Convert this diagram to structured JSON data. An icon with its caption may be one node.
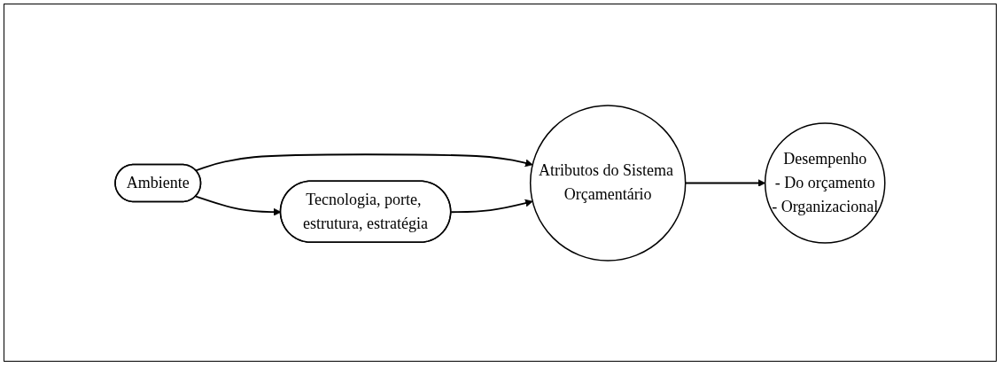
{
  "diagram": {
    "nodes": [
      {
        "text": [
          "Ambiente"
        ]
      },
      {
        "text": [
          "Tecnologia, porte, estrutura, estratégia"
        ]
      },
      {
        "text": [
          "Atributos do Sistema Orçamentário"
        ]
      },
      {
        "text": [
          "Desempenho",
          "- Do orçamento",
          "- Organizacional"
        ]
      }
    ],
    "edges": [
      {
        "from": 0,
        "to": 2,
        "arrow": "to"
      },
      {
        "from": 0,
        "to": 1,
        "arrow": "to"
      },
      {
        "from": 1,
        "to": 2,
        "arrow": "to"
      },
      {
        "from": 2,
        "to": 3,
        "arrow": "to"
      }
    ]
  }
}
